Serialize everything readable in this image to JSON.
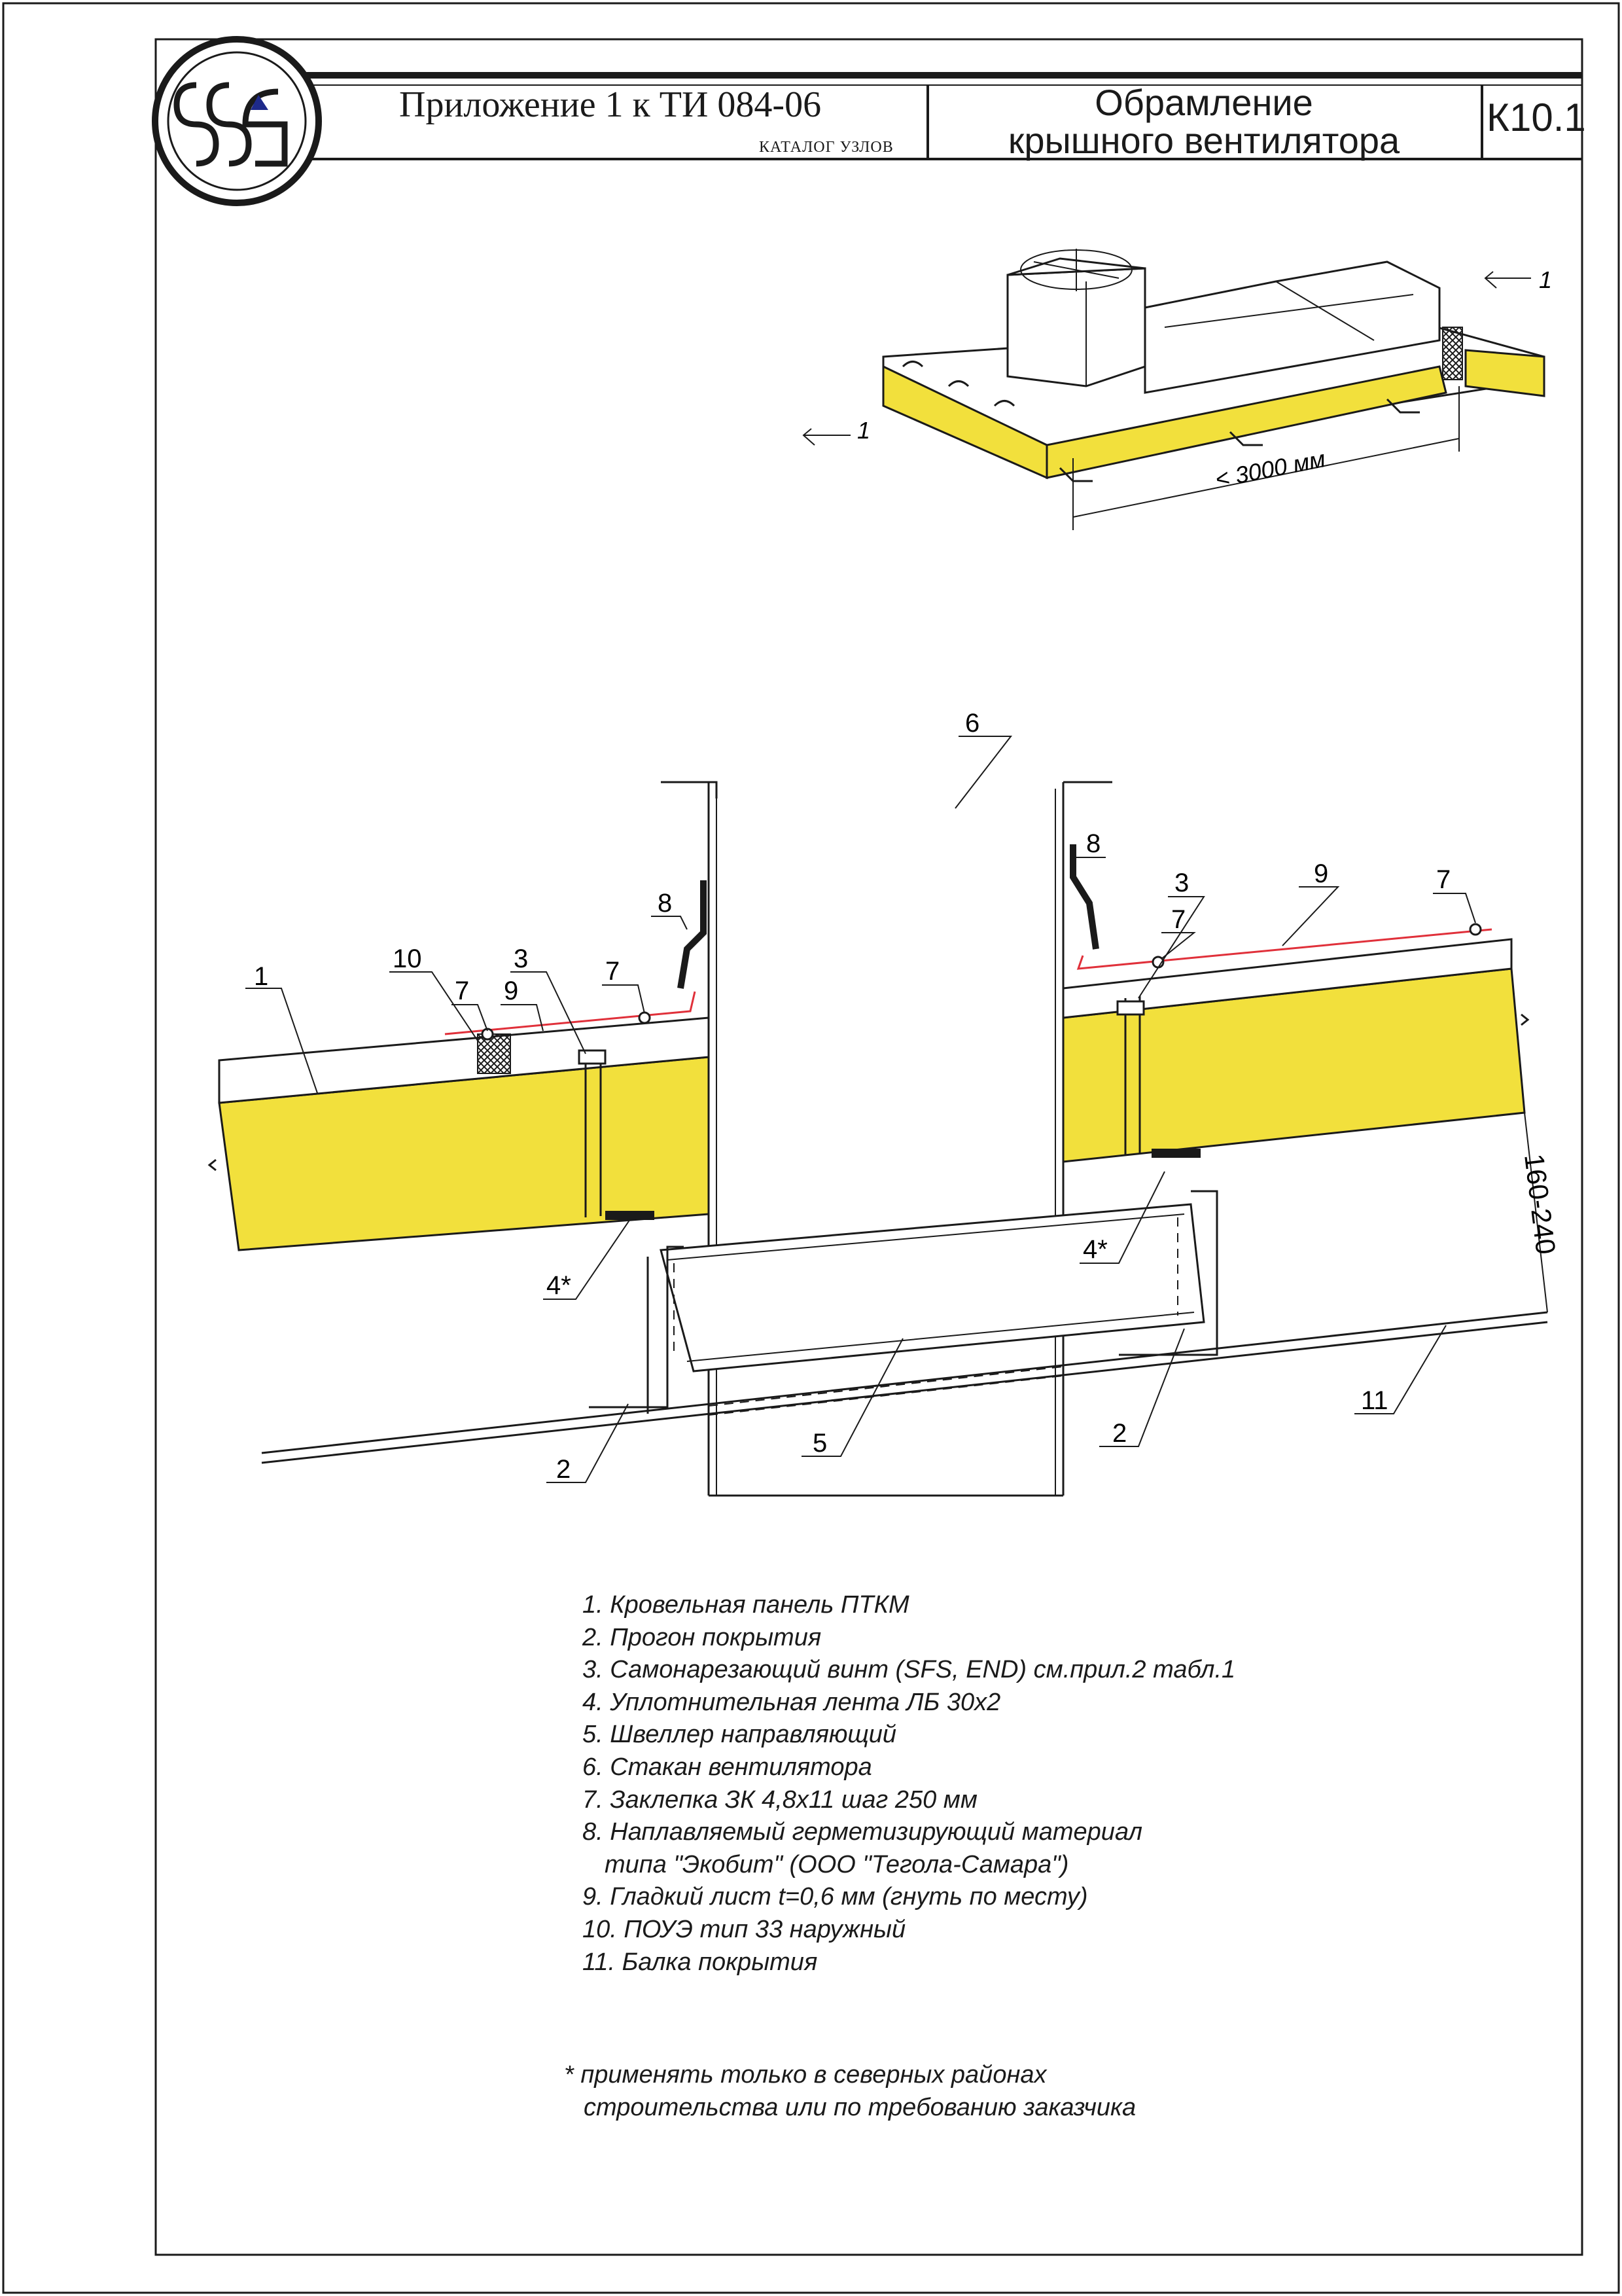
{
  "header": {
    "document_ref": "Приложение 1 к ТИ 084-06",
    "catalog": "КАТАЛОГ УЗЛОВ",
    "title_line1": "Обрамление",
    "title_line2": "крышного вентилятора",
    "sheet_code": "К10.1"
  },
  "iso_view": {
    "section_mark": "1",
    "dimension": "< 3000 мм"
  },
  "section": {
    "dimension": "160-240",
    "callouts": {
      "c1": "1",
      "c2a": "2",
      "c2b": "2",
      "c3a": "3",
      "c3b": "3",
      "c4a": "4*",
      "c4b": "4*",
      "c5": "5",
      "c6": "6",
      "c7a": "7",
      "c7b": "7",
      "c7c": "7",
      "c7d": "7",
      "c8a": "8",
      "c8b": "8",
      "c9a": "9",
      "c9b": "9",
      "c10": "10",
      "c11": "11"
    }
  },
  "legend": [
    "1. Кровельная панель ПТКМ",
    "2. Прогон покрытия",
    "3. Самонарезающий винт (SFS, END) см.прил.2 табл.1",
    "4. Уплотнительная лента ЛБ 30х2",
    "5. Швеллер направляющий",
    "6. Стакан вентилятора",
    "7. Заклепка ЗК 4,8х11 шаг 250 мм",
    "8. Наплавляемый герметизирующий материал",
    "типа \"Экобит\" (ООО \"Тегола-Самара\")",
    "9. Гладкий лист t=0,6 мм (гнуть по месту)",
    "10. ПОУЭ тип 33 наружный",
    "11. Балка покрытия"
  ],
  "note": [
    "* применять только в северных районах",
    "строительства или по требованию заказчика"
  ],
  "colors": {
    "insulation": "#f2e03c",
    "line": "#1a1a1a",
    "flashing": "#e0303a",
    "logo_accent": "#1e2a8a"
  }
}
